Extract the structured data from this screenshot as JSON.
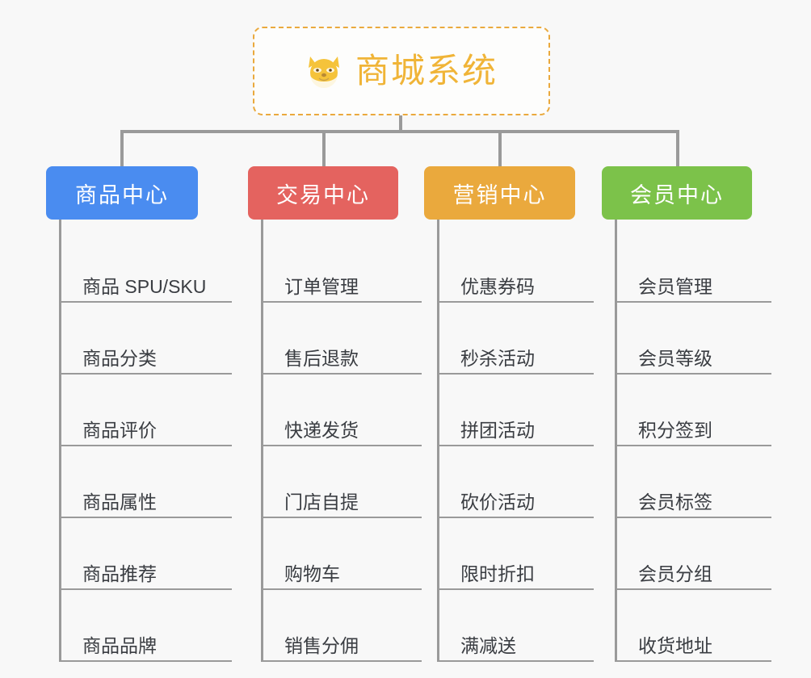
{
  "page": {
    "background_color": "#f8f8f8",
    "line_color": "#9a9a9a",
    "text_color": "#3a3d42"
  },
  "root": {
    "title": "商城系统",
    "icon": "shiba-inu-dog-face-emoji",
    "accent_color": "#eaa93d",
    "title_color": "#f0b437",
    "border_style": "dashed"
  },
  "columns": [
    {
      "header": "商品中心",
      "color": "#4a8cf0",
      "items": [
        "商品 SPU/SKU",
        "商品分类",
        "商品评价",
        "商品属性",
        "商品推荐",
        "商品品牌"
      ]
    },
    {
      "header": "交易中心",
      "color": "#e4635f",
      "items": [
        "订单管理",
        "售后退款",
        "快递发货",
        "门店自提",
        "购物车",
        "销售分佣"
      ]
    },
    {
      "header": "营销中心",
      "color": "#eaa93d",
      "items": [
        "优惠券码",
        "秒杀活动",
        "拼团活动",
        "砍价活动",
        "限时折扣",
        "满减送"
      ]
    },
    {
      "header": "会员中心",
      "color": "#7cc24a",
      "items": [
        "会员管理",
        "会员等级",
        "积分签到",
        "会员标签",
        "会员分组",
        "收货地址"
      ]
    }
  ]
}
